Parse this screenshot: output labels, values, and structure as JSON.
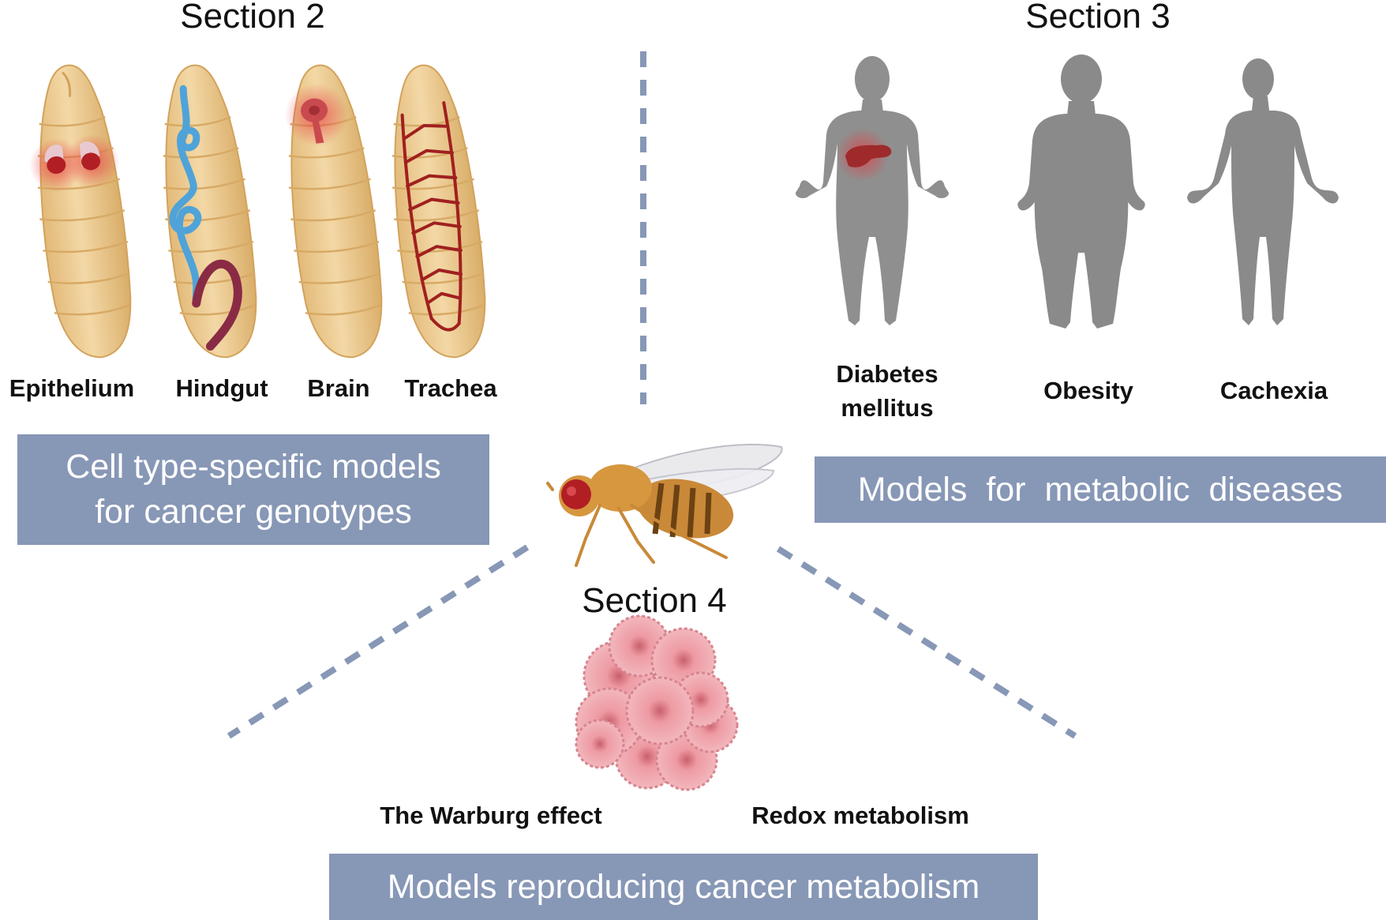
{
  "section2": {
    "title": "Section 2",
    "organs": [
      "Epithelium",
      "Hindgut",
      "Brain",
      "Trachea"
    ],
    "box": "Cell type-specific models for cancer genotypes"
  },
  "section3": {
    "title": "Section 3",
    "diseases": [
      "Diabetes mellitus",
      "Obesity",
      "Cachexia"
    ],
    "box": "Models for metabolic diseases"
  },
  "section4": {
    "title": "Section 4",
    "topics": [
      "The Warburg effect",
      "Redox metabolism"
    ],
    "box": "Models reproducing cancer metabolism"
  },
  "colors": {
    "box_fill": "#8797b6",
    "dashed_line": "#8797b6",
    "larva_body": "#edcb8e",
    "tissue_red": "#b11f24",
    "hindgut_blue": "#4fa3d8",
    "human_gray": "#8f8f8f",
    "tumor_pink": "#e79aa1"
  },
  "icons": [
    "larva-epithelium-icon",
    "larva-hindgut-icon",
    "larva-brain-icon",
    "larva-trachea-icon",
    "human-diabetes-icon",
    "human-obesity-icon",
    "human-cachexia-icon",
    "fruit-fly-icon",
    "tumor-cells-icon"
  ]
}
